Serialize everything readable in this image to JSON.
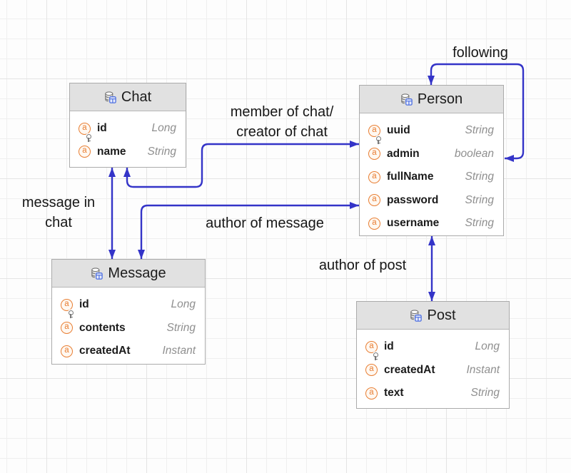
{
  "diagram": {
    "colors": {
      "edge": "#3434c8",
      "attribute_icon": "#e87e33",
      "entity_header_bg": "#e1e1e1",
      "entity_border": "#ababab",
      "type_text": "#8f8f8f",
      "table_badge_blue": "#4d6fe0"
    },
    "entities": [
      {
        "id": "chat",
        "title": "Chat",
        "icon": "database-table-icon",
        "fields": [
          {
            "name": "id",
            "type": "Long",
            "primary_key": true
          },
          {
            "name": "name",
            "type": "String",
            "primary_key": false
          }
        ]
      },
      {
        "id": "person",
        "title": "Person",
        "icon": "database-table-icon",
        "fields": [
          {
            "name": "uuid",
            "type": "String",
            "primary_key": true
          },
          {
            "name": "admin",
            "type": "boolean",
            "primary_key": false
          },
          {
            "name": "fullName",
            "type": "String",
            "primary_key": false
          },
          {
            "name": "password",
            "type": "String",
            "primary_key": false
          },
          {
            "name": "username",
            "type": "String",
            "primary_key": false
          }
        ]
      },
      {
        "id": "message",
        "title": "Message",
        "icon": "database-table-icon",
        "fields": [
          {
            "name": "id",
            "type": "Long",
            "primary_key": true
          },
          {
            "name": "contents",
            "type": "String",
            "primary_key": false
          },
          {
            "name": "createdAt",
            "type": "Instant",
            "primary_key": false
          }
        ]
      },
      {
        "id": "post",
        "title": "Post",
        "icon": "database-table-icon",
        "fields": [
          {
            "name": "id",
            "type": "Long",
            "primary_key": true
          },
          {
            "name": "createdAt",
            "type": "Instant",
            "primary_key": false
          },
          {
            "name": "text",
            "type": "String",
            "primary_key": false
          }
        ]
      }
    ],
    "relationships": [
      {
        "id": "following",
        "lines": [
          "following"
        ],
        "from": "Person",
        "to": "Person"
      },
      {
        "id": "member-of-chat",
        "lines": [
          "member of chat/",
          "creator of chat"
        ],
        "from": "Chat",
        "to": "Person"
      },
      {
        "id": "message-in-chat",
        "lines": [
          "message in",
          "chat"
        ],
        "from": "Message",
        "to": "Chat"
      },
      {
        "id": "author-of-message",
        "lines": [
          "author of message"
        ],
        "from": "Message",
        "to": "Person"
      },
      {
        "id": "author-of-post",
        "lines": [
          "author of post"
        ],
        "from": "Person",
        "to": "Post"
      }
    ]
  }
}
